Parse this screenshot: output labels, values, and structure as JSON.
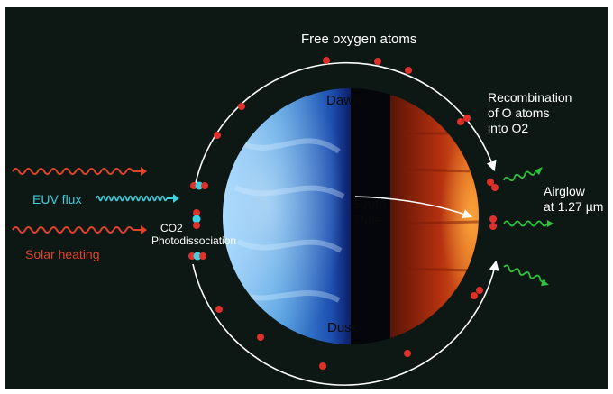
{
  "title": "Free oxygen atoms",
  "labels": {
    "dawn": "Dawn",
    "dusk": "Dusk",
    "south_pole_line1": "South",
    "south_pole_line2": "Pole",
    "recombination_line1": "Recombination",
    "recombination_line2": "of O atoms",
    "recombination_line3": "into O2",
    "airglow_line1": "Airglow",
    "airglow_line2": "at 1.27 µm",
    "euv_flux": "EUV flux",
    "co2_line1": "CO2",
    "co2_line2": "Photodissociation",
    "solar_heating": "Solar heating"
  },
  "colors": {
    "background": "#0d1814",
    "day_side": "#3a8fd8",
    "night_side": "#c2361a",
    "solar_wave": "#e0442a",
    "euv_wave": "#3fd0e0",
    "airglow_wave": "#2fc23a",
    "oxygen_atom": "#e0302a",
    "orbit_arrow": "#ffffff"
  },
  "icons": [
    "solar-wave-icon",
    "euv-wave-icon",
    "airglow-wave-icon",
    "oxygen-atom-icon",
    "co2-molecule-icon"
  ]
}
